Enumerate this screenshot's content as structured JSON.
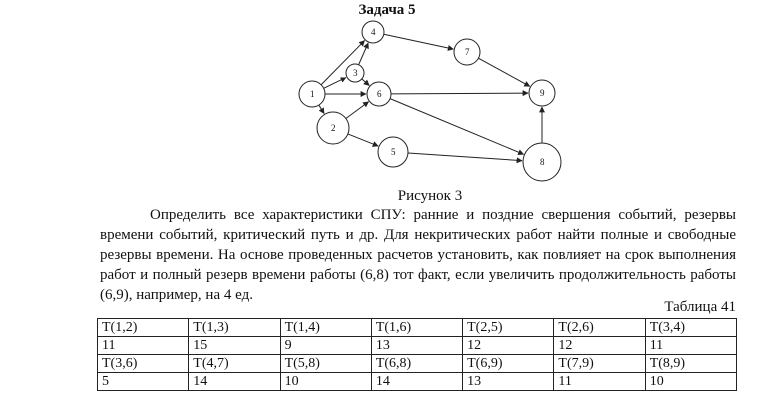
{
  "title": "Задача 5",
  "figure": {
    "caption": "Рисунок 3",
    "nodes": [
      {
        "id": "1",
        "label": "1"
      },
      {
        "id": "2",
        "label": "2"
      },
      {
        "id": "3",
        "label": "3"
      },
      {
        "id": "4",
        "label": "4"
      },
      {
        "id": "5",
        "label": "5"
      },
      {
        "id": "6",
        "label": "6"
      },
      {
        "id": "7",
        "label": "7"
      },
      {
        "id": "8",
        "label": "8"
      },
      {
        "id": "9",
        "label": "9"
      }
    ],
    "edges": [
      [
        "1",
        "4"
      ],
      [
        "1",
        "3"
      ],
      [
        "1",
        "6"
      ],
      [
        "1",
        "2"
      ],
      [
        "3",
        "4"
      ],
      [
        "3",
        "6"
      ],
      [
        "2",
        "6"
      ],
      [
        "2",
        "5"
      ],
      [
        "4",
        "7"
      ],
      [
        "7",
        "9"
      ],
      [
        "6",
        "9"
      ],
      [
        "6",
        "8"
      ],
      [
        "5",
        "8"
      ],
      [
        "8",
        "9"
      ]
    ]
  },
  "problem_text": "Определить все характеристики СПУ: ранние и поздние свершения событий, резервы времени событий, критический путь и др. Для некритических работ найти полные и свободные резервы времени. На основе проведенных расчетов установить, как повлияет на срок выполнения работ и полный резерв времени работы (6,8) тот факт, если увеличить продолжительность работы (6,9), например, на 4 ед.",
  "table_label": "Таблица 41",
  "table": {
    "rows": [
      [
        "T(1,2)",
        "T(1,3)",
        "T(1,4)",
        "T(1,6)",
        "T(2,5)",
        "T(2,6)",
        "T(3,4)"
      ],
      [
        "11",
        "15",
        "9",
        "13",
        "12",
        "12",
        "11"
      ],
      [
        "T(3,6)",
        "T(4,7)",
        "T(5,8)",
        "T(6,8)",
        "T(6,9)",
        "T(7,9)",
        "T(8,9)"
      ],
      [
        "5",
        "14",
        "10",
        "14",
        "13",
        "11",
        "10"
      ]
    ]
  }
}
